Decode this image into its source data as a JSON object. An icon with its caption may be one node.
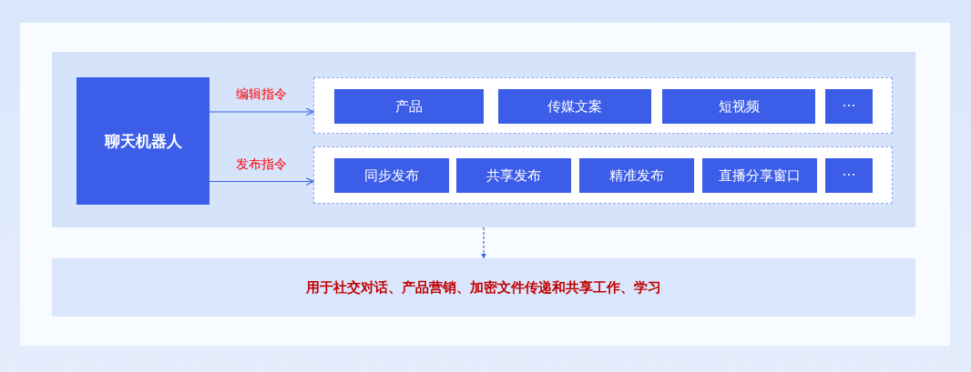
{
  "diagram": {
    "nodes": [
      {
        "text": [],
        "shape": "box"
      },
      {
        "text": [
          "聊天机器人"
        ],
        "in": 0
      },
      {
        "text": [],
        "shape": "box",
        "in": 0
      },
      {
        "text": [
          "产品"
        ],
        "in": 2
      },
      {
        "text": [
          "传媒文案"
        ],
        "in": 2
      },
      {
        "text": [
          "短视频"
        ],
        "in": 2
      },
      {
        "text": [
          "···"
        ],
        "in": 2
      },
      {
        "text": [],
        "shape": "box",
        "in": 0
      },
      {
        "text": [
          "同步发布"
        ],
        "in": 7
      },
      {
        "text": [
          "共享发布"
        ],
        "in": 7
      },
      {
        "text": [
          "精准发布"
        ],
        "in": 7
      },
      {
        "text": [
          "直播分享窗口"
        ],
        "in": 7
      },
      {
        "text": [
          "···"
        ],
        "in": 7
      },
      {
        "text": [
          "用于社交对话、产品营销、加密文件传递和共享工作、学习"
        ]
      }
    ],
    "edges": [
      {
        "from": 1,
        "to": 2,
        "arrow": "to",
        "label": "编辑指令"
      },
      {
        "from": 1,
        "to": 7,
        "arrow": "to",
        "label": "发布指令"
      },
      {
        "from": 0,
        "to": 13,
        "arrow": "to",
        "style": "dashed"
      }
    ]
  }
}
